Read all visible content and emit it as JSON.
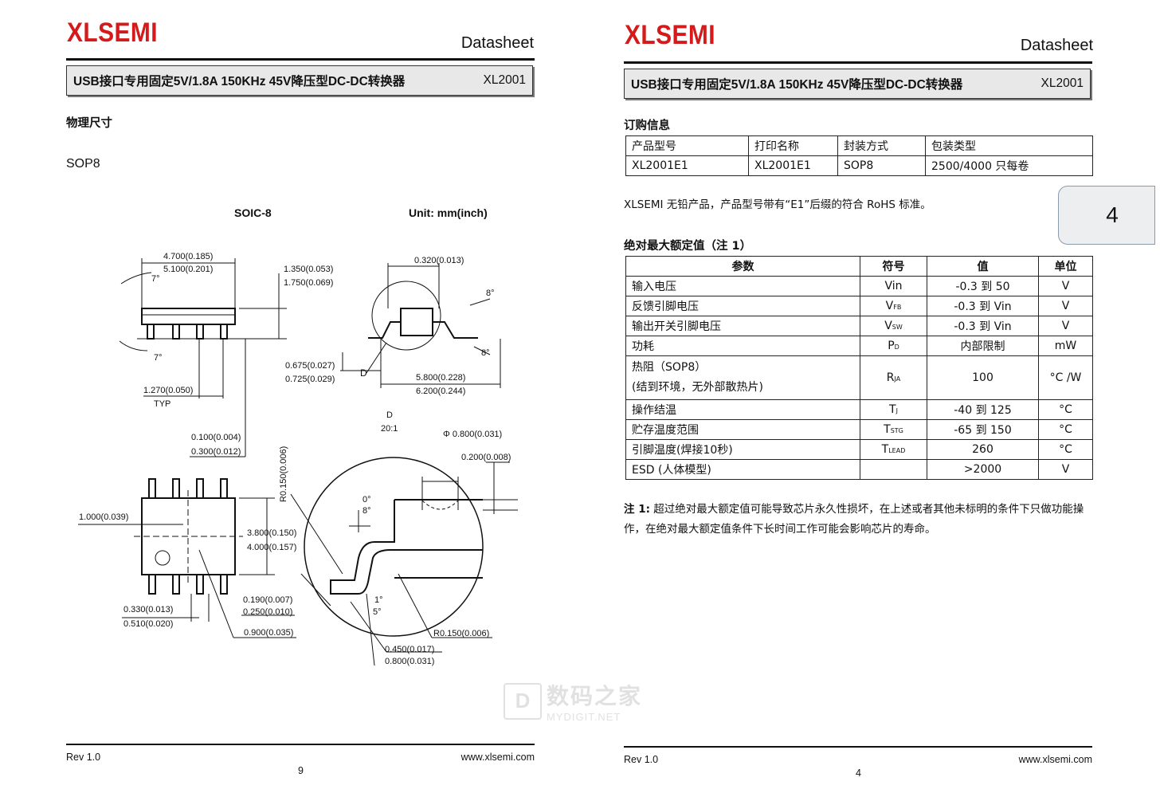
{
  "left_page": {
    "logo": "XLSEMI",
    "doc_type": "Datasheet",
    "title": "USB接口专用固定5V/1.8A 150KHz 45V降压型DC-DC转换器",
    "part": "XL2001",
    "section": "物理尺寸",
    "package": "SOP8",
    "drawing": {
      "name": "SOIC-8",
      "unit": "Unit: mm(inch)",
      "dims": {
        "body_len_min": "4.700(0.185)",
        "body_len_max": "5.100(0.201)",
        "height_min": "1.350(0.053)",
        "height_max": "1.750(0.069)",
        "lead_w": "0.320(0.013)",
        "angle_7a": "7°",
        "angle_7b": "7°",
        "angle_8a": "8°",
        "angle_8b": "8°",
        "standoff_min": "0.675(0.027)",
        "standoff_max": "0.725(0.029)",
        "detail_label": "D",
        "span_min": "5.800(0.228)",
        "span_max": "6.200(0.244)",
        "pitch": "1.270(0.050)",
        "typ": "TYP",
        "foot_min": "0.100(0.004)",
        "foot_max": "0.300(0.012)",
        "detail_title": "D",
        "detail_scale": "20:1",
        "pin1_dia": "Φ 0.800(0.031)",
        "gauge": "0.200(0.008)",
        "radius_top": "R0.150(0.006)",
        "edge": "1.000(0.039)",
        "width_min": "3.800(0.150)",
        "width_max": "4.000(0.157)",
        "angle_0": "0°",
        "angle_8c": "8°",
        "thick_min": "0.190(0.007)",
        "thick_max": "0.250(0.010)",
        "angle_1": "1°",
        "angle_5": "5°",
        "leadw_min": "0.330(0.013)",
        "leadw_max": "0.510(0.020)",
        "pad": "0.900(0.035)",
        "radius_bot": "R0.150(0.006)",
        "len_min": "0.450(0.017)",
        "len_max": "0.800(0.031)"
      }
    },
    "footer_rev": "Rev 1.0",
    "footer_url": "www.xlsemi.com",
    "page_number": "9"
  },
  "right_page": {
    "logo": "XLSEMI",
    "doc_type": "Datasheet",
    "title": "USB接口专用固定5V/1.8A 150KHz 45V降压型DC-DC转换器",
    "part": "XL2001",
    "order_section": "订购信息",
    "order_table": {
      "headers": [
        "产品型号",
        "打印名称",
        "封装方式",
        "包装类型"
      ],
      "row": [
        "XL2001E1",
        "XL2001E1",
        "SOP8",
        "2500/4000 只每卷"
      ]
    },
    "rohs_note": "XLSEMI 无铅产品，产品型号带有“E1”后缀的符合 RoHS 标准。",
    "abs_section": "绝对最大额定值（注 1）",
    "abs_table": {
      "headers": [
        "参数",
        "符号",
        "值",
        "单位"
      ],
      "rows": [
        {
          "param": "输入电压",
          "sym": "Vin",
          "sub": "",
          "val": "-0.3 到 50",
          "unit": "V"
        },
        {
          "param": "反馈引脚电压",
          "sym": "V",
          "sub": "FB",
          "val": "-0.3 到 Vin",
          "unit": "V"
        },
        {
          "param": "输出开关引脚电压",
          "sym": "V",
          "sub": "SW",
          "val": "-0.3 到 Vin",
          "unit": "V"
        },
        {
          "param": "功耗",
          "sym": "P",
          "sub": "D",
          "val": "内部限制",
          "unit": "mW"
        },
        {
          "param": "热阻（SOP8）",
          "param2": "(结到环境，无外部散热片)",
          "sym": "R",
          "sub": "JA",
          "val": "100",
          "unit": "°C /W"
        },
        {
          "param": "操作结温",
          "sym": "T",
          "sub": "J",
          "val": "-40 到 125",
          "unit": "°C"
        },
        {
          "param": "贮存温度范围",
          "sym": "T",
          "sub": "STG",
          "val": "-65 到 150",
          "unit": "°C"
        },
        {
          "param": "引脚温度(焊接10秒)",
          "sym": "T",
          "sub": "LEAD",
          "val": "260",
          "unit": "°C"
        },
        {
          "param": "ESD (人体模型)",
          "sym": "",
          "sub": "",
          "val": ">2000",
          "unit": "V"
        }
      ]
    },
    "note_label": "注 1:",
    "note_text": "超过绝对最大额定值可能导致芯片永久性损坏，在上述或者其他未标明的条件下只做功能操",
    "note_text2": "作，在绝对最大额定值条件下长时间工作可能会影响芯片的寿命。",
    "tab_number": "4",
    "footer_rev": "Rev 1.0",
    "footer_url": "www.xlsemi.com",
    "page_number": "4"
  },
  "watermark": {
    "icon": "D",
    "cn": "数码之家",
    "en": "MYDIGIT.NET"
  }
}
